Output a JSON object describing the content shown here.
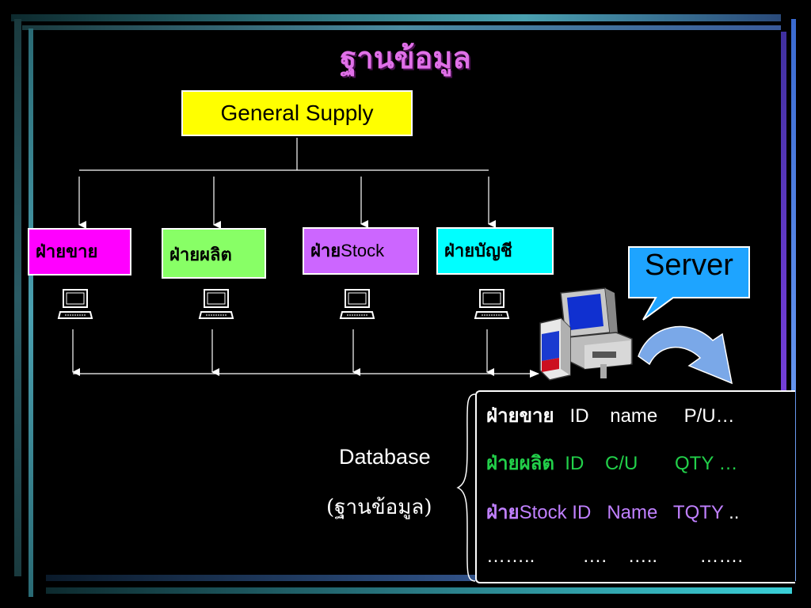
{
  "title": "ฐานข้อมูล",
  "root": {
    "label": "General Supply",
    "color": "#ffff00"
  },
  "departments": [
    {
      "label": "ฝ่ายขาย",
      "color": "#ff00ff"
    },
    {
      "label": "ฝ่ายผลิต",
      "color": "#88ff66"
    },
    {
      "label_th": "ฝ่าย",
      "label_en": "Stock",
      "color": "#cc66ff"
    },
    {
      "label": "ฝ่ายบัญชี",
      "color": "#00ffff"
    }
  ],
  "workstation_icon": "laptop-icon",
  "server": {
    "label": "Server",
    "icon": "server-computer-icon"
  },
  "database": {
    "label": "Database",
    "label_th": "(ฐานข้อมูล)",
    "rows": [
      {
        "dept": "ฝ่ายขาย",
        "fields": "   ID    name     P/U…",
        "color": "#ffffff"
      },
      {
        "dept": "ฝ่ายผลิต",
        "fields": "  ID    C/U       QTY …",
        "color": "#22d04a"
      },
      {
        "dept": "ฝ่าย",
        "dept_en": "Stock",
        "fields": " ID   Name   TQTY",
        "tail": " ..",
        "color": "#c080ff"
      },
      {
        "dept": "",
        "fields": "……..         ….    …..        …….",
        "color": "#ffffff"
      }
    ]
  }
}
